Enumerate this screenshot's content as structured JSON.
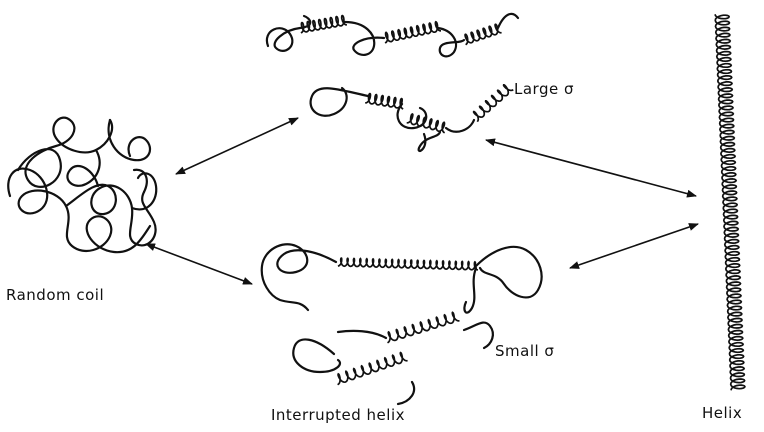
{
  "labels": {
    "random_coil": "Random coil",
    "large_sigma": "Large σ",
    "small_sigma": "Small σ",
    "interrupted_helix": "Interrupted helix",
    "helix": "Helix"
  },
  "colors": {
    "ink": "#111111",
    "background": "#ffffff"
  }
}
